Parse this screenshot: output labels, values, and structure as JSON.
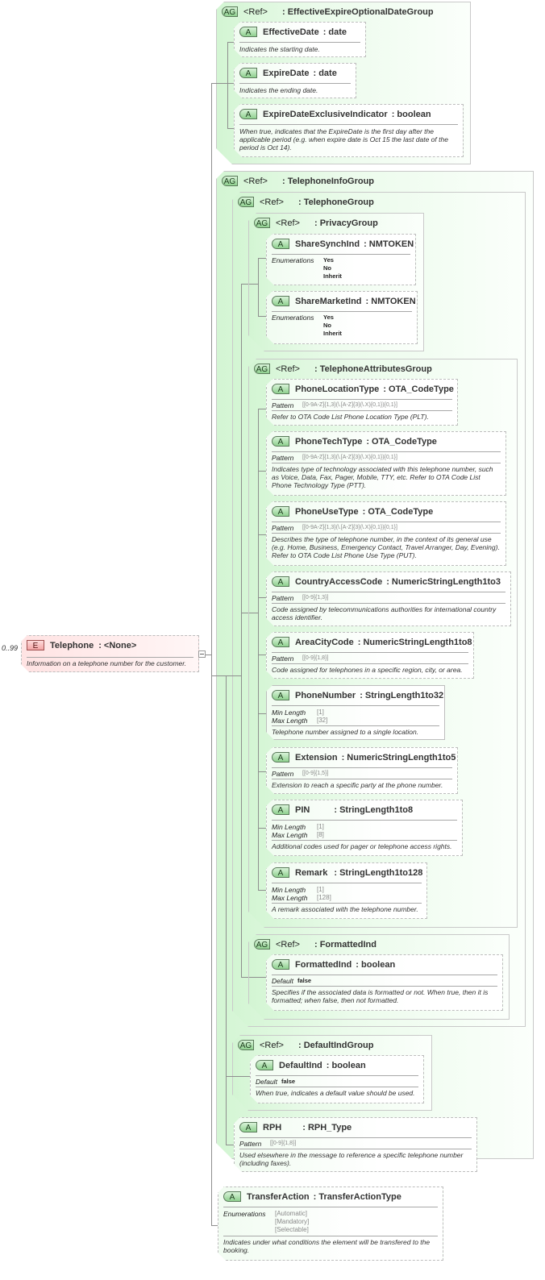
{
  "element": {
    "cardinality": "0..99",
    "badge": "E",
    "name": "Telephone",
    "type": ": <None>",
    "doc": "Information on a telephone number for the customer."
  },
  "ref_label": "<Ref>",
  "groups": {
    "effective_expire": {
      "badge": "AG",
      "name": ": EffectiveExpireOptionalDateGroup",
      "attrs": [
        {
          "badge": "A",
          "name": "EffectiveDate",
          "type": ": date",
          "doc": "Indicates the starting date."
        },
        {
          "badge": "A",
          "name": "ExpireDate",
          "type": ": date",
          "doc": "Indicates the ending date."
        },
        {
          "badge": "A",
          "name": "ExpireDateExclusiveIndicator",
          "type": ": boolean",
          "doc": "When true, indicates that the ExpireDate is the first day after the applicable period (e.g. when expire date is Oct 15  the last date of the period is Oct 14)."
        }
      ]
    },
    "telephone_info": {
      "badge": "AG",
      "name": ": TelephoneInfoGroup"
    },
    "telephone": {
      "badge": "AG",
      "name": ": TelephoneGroup"
    },
    "privacy": {
      "badge": "AG",
      "name": ": PrivacyGroup",
      "attrs": [
        {
          "badge": "A",
          "name": "ShareSynchInd",
          "type": ": NMTOKEN",
          "prop": "Enumerations",
          "values": [
            "Yes",
            "No",
            "Inherit"
          ]
        },
        {
          "badge": "A",
          "name": "ShareMarketInd",
          "type": ": NMTOKEN",
          "prop": "Enumerations",
          "values": [
            "Yes",
            "No",
            "Inherit"
          ]
        }
      ]
    },
    "telephone_attributes": {
      "badge": "AG",
      "name": ": TelephoneAttributesGroup",
      "attrs": [
        {
          "badge": "A",
          "name": "PhoneLocationType",
          "type": ": OTA_CodeType",
          "prop": "Pattern",
          "value": "[[0-9A-Z]{1,3}(\\.[A-Z]{3}(\\.X){0,1}){0,1}]",
          "doc": "Refer to OTA Code List Phone Location Type (PLT)."
        },
        {
          "badge": "A",
          "name": "PhoneTechType",
          "type": ": OTA_CodeType",
          "prop": "Pattern",
          "value": "[[0-9A-Z]{1,3}(\\.[A-Z]{3}(\\.X){0,1}){0,1}]",
          "doc": "Indicates type of technology associated with this telephone number, such as Voice, Data, Fax, Pager, Mobile, TTY, etc. Refer to OTA Code List Phone Technology Type (PTT)."
        },
        {
          "badge": "A",
          "name": "PhoneUseType",
          "type": ": OTA_CodeType",
          "prop": "Pattern",
          "value": "[[0-9A-Z]{1,3}(\\.[A-Z]{3}(\\.X){0,1}){0,1}]",
          "doc": "Describes the type of telephone number, in the context of its general use (e.g. Home, Business, Emergency Contact, Travel Arranger, Day, Evening). Refer to OTA Code List Phone Use Type (PUT)."
        },
        {
          "badge": "A",
          "name": "CountryAccessCode",
          "type": ": NumericStringLength1to3",
          "prop": "Pattern",
          "value": "[[0-9]{1,3}]",
          "doc": "Code assigned by telecommunications authorities for international country access identifier."
        },
        {
          "badge": "A",
          "name": "AreaCityCode",
          "type": ": NumericStringLength1to8",
          "prop": "Pattern",
          "value": "[[0-9]{1,8}]",
          "doc": "Code assigned for telephones in a specific region, city, or area."
        },
        {
          "badge": "A",
          "name": "PhoneNumber",
          "type": ": StringLength1to32",
          "prop": "Min Length",
          "value": "[1]",
          "prop2": "Max Length",
          "value2": "[32]",
          "doc": "Telephone number assigned to a single location."
        },
        {
          "badge": "A",
          "name": "Extension",
          "type": ": NumericStringLength1to5",
          "prop": "Pattern",
          "value": "[[0-9]{1,5}]",
          "doc": "Extension to reach a specific party at the phone number."
        },
        {
          "badge": "A",
          "name": "PIN",
          "type": ": StringLength1to8",
          "prop": "Min Length",
          "value": "[1]",
          "prop2": "Max Length",
          "value2": "[8]",
          "doc": "Additional codes used for pager or telephone access rights."
        },
        {
          "badge": "A",
          "name": "Remark",
          "type": ": StringLength1to128",
          "prop": "Min Length",
          "value": "[1]",
          "prop2": "Max Length",
          "value2": "[128]",
          "doc": "A remark associated with the telephone number."
        }
      ]
    },
    "formatted": {
      "badge": "AG",
      "name": ": FormattedInd",
      "attrs": [
        {
          "badge": "A",
          "name": "FormattedInd",
          "type": ": boolean",
          "prop": "Default",
          "value": "false",
          "doc": "Specifies if the associated data is formatted or not.  When true, then it is formatted; when false, then not formatted."
        }
      ]
    },
    "default_ind": {
      "badge": "AG",
      "name": ": DefaultIndGroup",
      "attrs": [
        {
          "badge": "A",
          "name": "DefaultInd",
          "type": ": boolean",
          "prop": "Default",
          "value": "false",
          "doc": "When true, indicates a default value should be used."
        }
      ]
    }
  },
  "rph": {
    "badge": "A",
    "name": "RPH",
    "type": ": RPH_Type",
    "prop": "Pattern",
    "value": "[[0-9]{1,8}]",
    "doc": "Used elsewhere in the message to reference a specific telephone number (including faxes)."
  },
  "transfer_action": {
    "badge": "A",
    "name": "TransferAction",
    "type": ": TransferActionType",
    "prop": "Enumerations",
    "values": [
      "[Automatic]",
      "[Mandatory]",
      "[Selectable]"
    ],
    "doc": "Indicates under what conditions the element will be transfered to the booking."
  },
  "colors": {
    "group_green": "#d3f5d3",
    "element_pink": "#ffe3e3",
    "line_gray": "#8e8e8e"
  }
}
